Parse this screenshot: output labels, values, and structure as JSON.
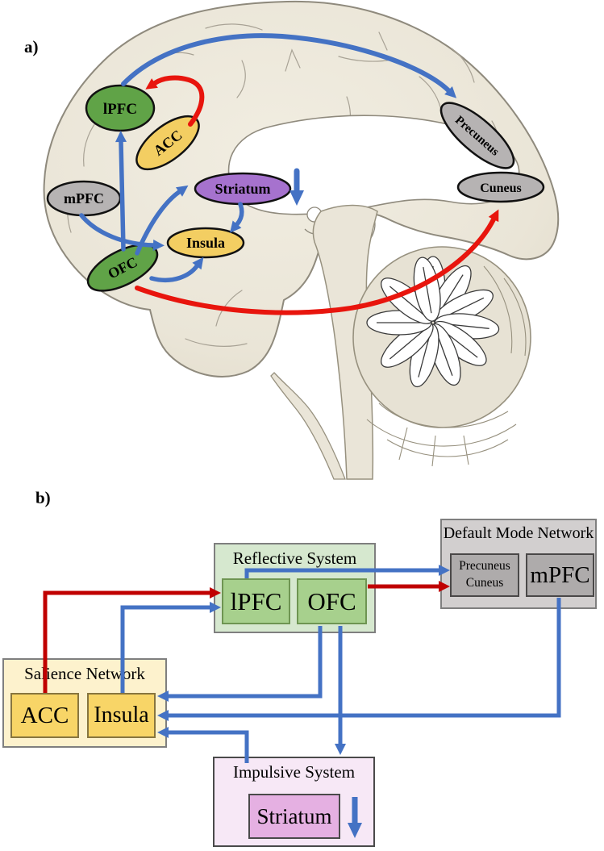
{
  "panel_a": {
    "label": "a)",
    "description": "Sagittal brain diagram with regional nodes",
    "nodes": {
      "lpfc": {
        "label": "lPFC",
        "fill": "#60a347"
      },
      "acc": {
        "label": "ACC",
        "fill": "#f3ce62"
      },
      "mpfc": {
        "label": "mPFC",
        "fill": "#b6b3b3"
      },
      "ofc": {
        "label": "OFC",
        "fill": "#60a347"
      },
      "striatum": {
        "label": "Striatum",
        "fill": "#a672ce"
      },
      "insula": {
        "label": "Insula",
        "fill": "#f3ce62"
      },
      "precuneus": {
        "label": "Precuneus",
        "fill": "#b6b3b3"
      },
      "cuneus": {
        "label": "Cuneus",
        "fill": "#b6b3b3"
      }
    },
    "edges": [
      {
        "from": "ACC",
        "to": "lPFC",
        "color": "red"
      },
      {
        "from": "OFC",
        "to": "lPFC",
        "color": "blue"
      },
      {
        "from": "lPFC",
        "to": "Precuneus",
        "color": "blue"
      },
      {
        "from": "OFC",
        "to": "Cuneus",
        "color": "red"
      },
      {
        "from": "mPFC",
        "to": "Insula",
        "color": "blue"
      },
      {
        "from": "OFC",
        "to": "Striatum",
        "color": "blue"
      },
      {
        "from": "OFC",
        "to": "Insula",
        "color": "blue"
      },
      {
        "from": "Striatum",
        "to": "Insula",
        "color": "blue"
      },
      {
        "from": "Striatum",
        "to": "downstream",
        "color": "blue"
      }
    ]
  },
  "panel_b": {
    "label": "b)",
    "reflective": {
      "title": "Reflective System",
      "lpfc": "lPFC",
      "ofc": "OFC"
    },
    "dmn": {
      "title": "Default Mode Network",
      "precuneus": "Precuneus",
      "cuneus": "Cuneus",
      "mpfc": "mPFC"
    },
    "salience": {
      "title": "Salience Network",
      "acc": "ACC",
      "insula": "Insula"
    },
    "impulsive": {
      "title": "Impulsive System",
      "striatum": "Striatum"
    },
    "edges": [
      {
        "from": "ACC",
        "to": "lPFC",
        "color": "red"
      },
      {
        "from": "Insula",
        "to": "lPFC",
        "color": "blue"
      },
      {
        "from": "lPFC",
        "to": "Precuneus/Cuneus",
        "color": "blue"
      },
      {
        "from": "OFC",
        "to": "Precuneus/Cuneus",
        "color": "red"
      },
      {
        "from": "OFC",
        "to": "Insula",
        "color": "blue"
      },
      {
        "from": "mPFC",
        "to": "Insula",
        "color": "blue"
      },
      {
        "from": "Impulsive System",
        "to": "Insula",
        "color": "blue"
      },
      {
        "from": "OFC",
        "to": "Impulsive System",
        "color": "blue"
      },
      {
        "from": "Striatum",
        "to": "downstream",
        "color": "blue"
      }
    ]
  },
  "colors": {
    "arrow_blue": "#4472c4",
    "arrow_red_panel_a": "#e8150d",
    "arrow_red_panel_b": "#c00000",
    "brain_fill": "#e9e4d6",
    "brain_outline": "#8f8a7d",
    "green_node": "#60a347",
    "yellow_node": "#f3ce62",
    "purple_node": "#a672ce",
    "gray_node": "#b6b3b3"
  }
}
